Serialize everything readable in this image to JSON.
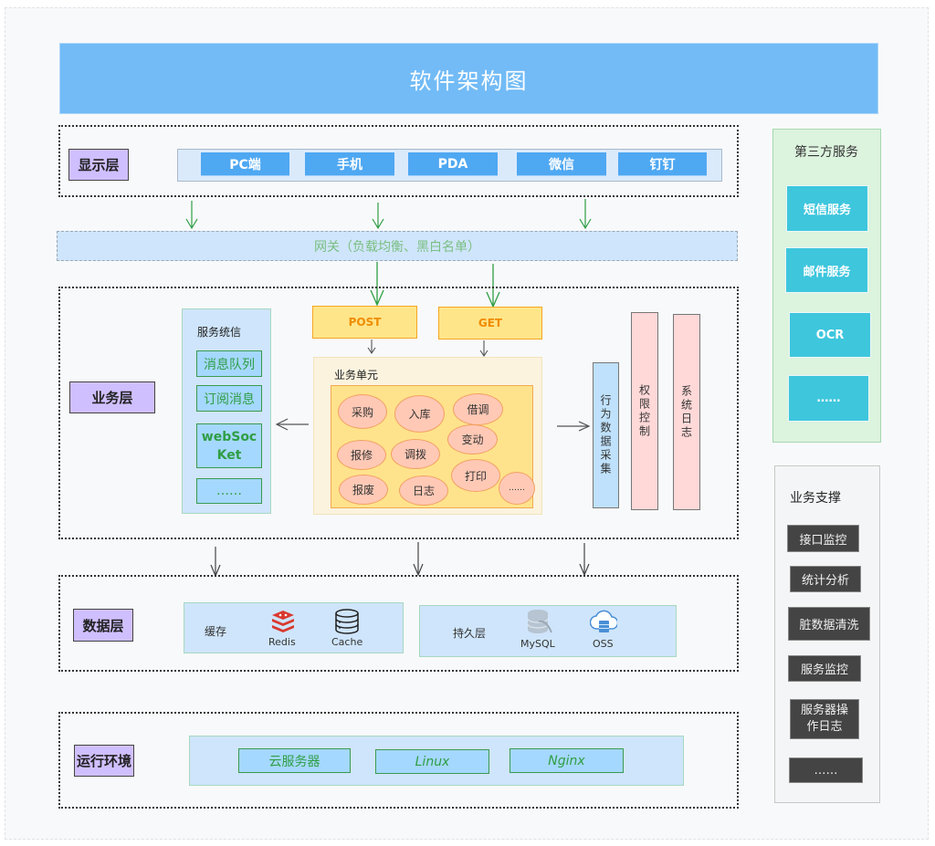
{
  "title": "软件架构图",
  "display_layer": {
    "label": "显示层",
    "clients": [
      "PC端",
      "手机",
      "PDA",
      "微信",
      "钉钉"
    ]
  },
  "gateway": {
    "label": "网关（负载均衡、黑白名单）"
  },
  "business_layer": {
    "label": "业务层",
    "requests": [
      "POST",
      "GET"
    ],
    "service_comm": {
      "title": "服务统信",
      "items": [
        "消息队列",
        "订阅消息",
        "webSoc Ket",
        "……"
      ]
    },
    "business_unit": {
      "title": "业务单元",
      "items": [
        "采购",
        "入库",
        "借调",
        "变动",
        "报修",
        "调拨",
        "打印",
        "报废",
        "日志",
        "……"
      ]
    },
    "behavior_collection": "行为数据采集",
    "permission_control": "权限控制",
    "system_log": "系统日志"
  },
  "data_layer": {
    "label": "数据层",
    "cache": {
      "title": "缓存",
      "items": [
        {
          "name": "Redis",
          "icon": "redis-icon"
        },
        {
          "name": "Cache",
          "icon": "database-icon"
        }
      ]
    },
    "persistence": {
      "title": "持久层",
      "items": [
        {
          "name": "MySQL",
          "icon": "mysql-icon"
        },
        {
          "name": "OSS",
          "icon": "cloud-storage-icon"
        }
      ]
    }
  },
  "runtime": {
    "label": "运行环境",
    "items": [
      "云服务器",
      "Linux",
      "Nginx"
    ]
  },
  "third_party": {
    "title": "第三方服务",
    "items": [
      "短信服务",
      "邮件服务",
      "OCR",
      "……"
    ]
  },
  "business_support": {
    "title": "业务支撑",
    "items": [
      "接口监控",
      "统计分析",
      "脏数据清洗",
      "服务监控",
      "服务器操作日志",
      "……"
    ]
  },
  "colors": {
    "title_bg": "#72bbf6",
    "layer_label_bg": "#d0bfff",
    "client_btn": "#4fa8f2",
    "request_box": "#ffe58a",
    "oval": "#ffc9b6",
    "third_party_item": "#3ec6dd",
    "support_item": "#444444",
    "green_arrow": "#2f9e44"
  }
}
